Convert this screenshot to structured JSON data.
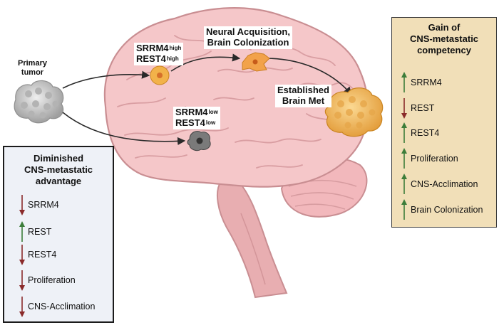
{
  "primary_label": "Primary tumor",
  "high_label": {
    "line1": "SRRM4",
    "sup1": "high",
    "line2": "REST4",
    "sup2": "high"
  },
  "low_label": {
    "line1": "SRRM4",
    "sup1": "low",
    "line2": "REST4",
    "sup2": "low"
  },
  "acquisition_label": {
    "line1": "Neural Acquisition,",
    "line2": "Brain Colonization"
  },
  "met_label": {
    "line1": "Established",
    "line2": "Brain Met"
  },
  "gain_panel": {
    "title": [
      "Gain of",
      "CNS-metastatic",
      "competency"
    ],
    "items": [
      {
        "label": "SRRM4",
        "direction": "up"
      },
      {
        "label": "REST",
        "direction": "down"
      },
      {
        "label": "REST4",
        "direction": "up"
      },
      {
        "label": "Proliferation",
        "direction": "up"
      },
      {
        "label": "CNS-Acclimation",
        "direction": "up"
      },
      {
        "label": "Brain Colonization",
        "direction": "up"
      }
    ]
  },
  "diminished_panel": {
    "title": [
      "Diminished",
      "CNS-metastatic",
      "advantage"
    ],
    "items": [
      {
        "label": "SRRM4",
        "direction": "down"
      },
      {
        "label": "REST",
        "direction": "up"
      },
      {
        "label": "REST4",
        "direction": "down"
      },
      {
        "label": "Proliferation",
        "direction": "down"
      },
      {
        "label": "CNS-Acclimation",
        "direction": "down"
      }
    ]
  },
  "colors": {
    "up_arrow": "#3c7d3a",
    "down_arrow": "#8a2a2a",
    "gain_panel_bg": "#f1dfb8",
    "diminished_panel_bg": "#eef1f7",
    "brain": "#f3c1c3",
    "brain_outline": "#c98e92",
    "high_cell": "#f2b24a",
    "low_cell": "#7a7a7a",
    "met": "#f0b85e",
    "primary_tumor": "#c9c9c9"
  }
}
